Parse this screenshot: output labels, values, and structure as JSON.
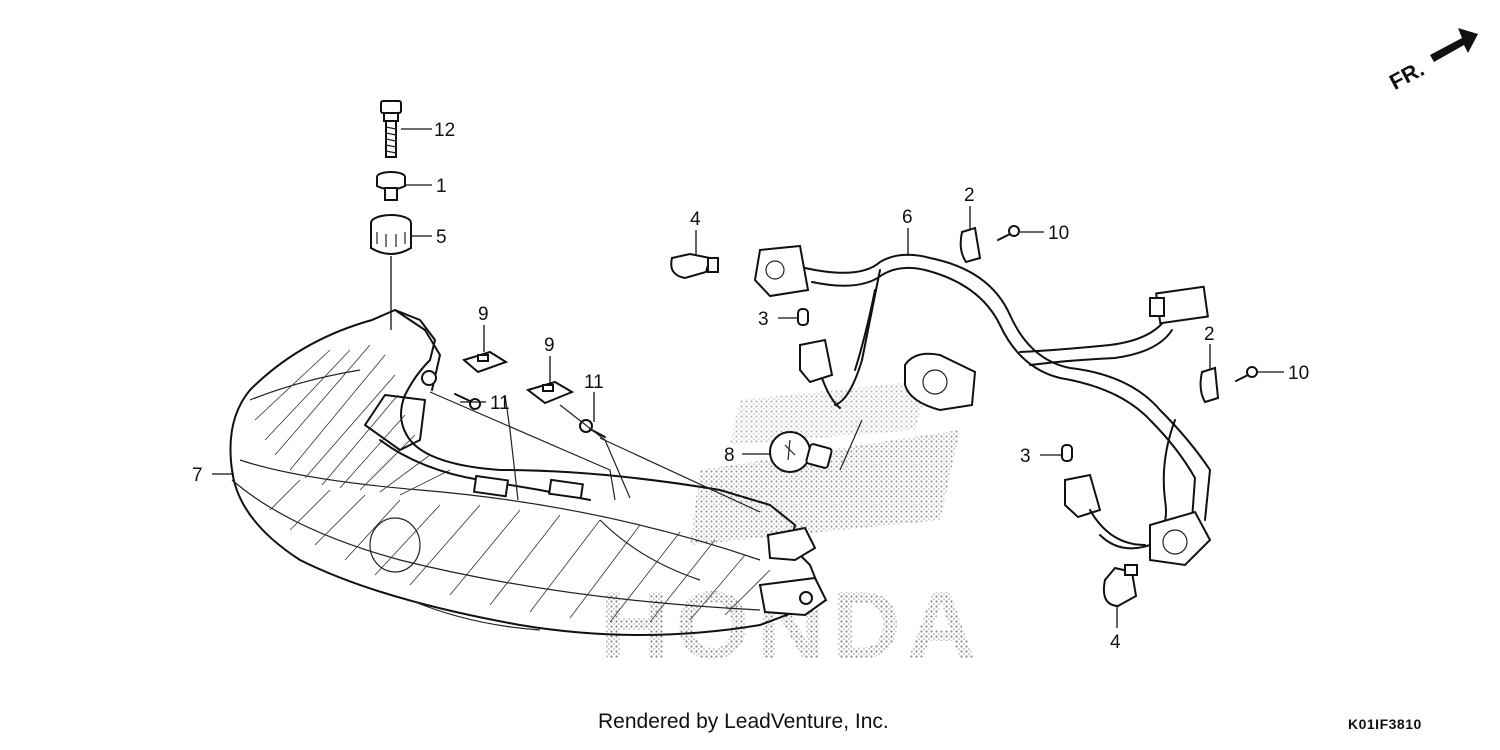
{
  "direction_label": "FR.",
  "watermark": "HONDA",
  "callouts": [
    {
      "id": "c12",
      "label": "12"
    },
    {
      "id": "c1",
      "label": "1"
    },
    {
      "id": "c5",
      "label": "5"
    },
    {
      "id": "c7",
      "label": "7"
    },
    {
      "id": "c9a",
      "label": "9"
    },
    {
      "id": "c9b",
      "label": "9"
    },
    {
      "id": "c11a",
      "label": "11"
    },
    {
      "id": "c11b",
      "label": "11"
    },
    {
      "id": "c4a",
      "label": "4"
    },
    {
      "id": "c6",
      "label": "6"
    },
    {
      "id": "c2a",
      "label": "2"
    },
    {
      "id": "c10a",
      "label": "10"
    },
    {
      "id": "c3a",
      "label": "3"
    },
    {
      "id": "c8",
      "label": "8"
    },
    {
      "id": "c2b",
      "label": "2"
    },
    {
      "id": "c10b",
      "label": "10"
    },
    {
      "id": "c3b",
      "label": "3"
    },
    {
      "id": "c4b",
      "label": "4"
    }
  ],
  "footer": {
    "credit": "Rendered by LeadVenture, Inc.",
    "diagram_code": "K01IF3810"
  }
}
